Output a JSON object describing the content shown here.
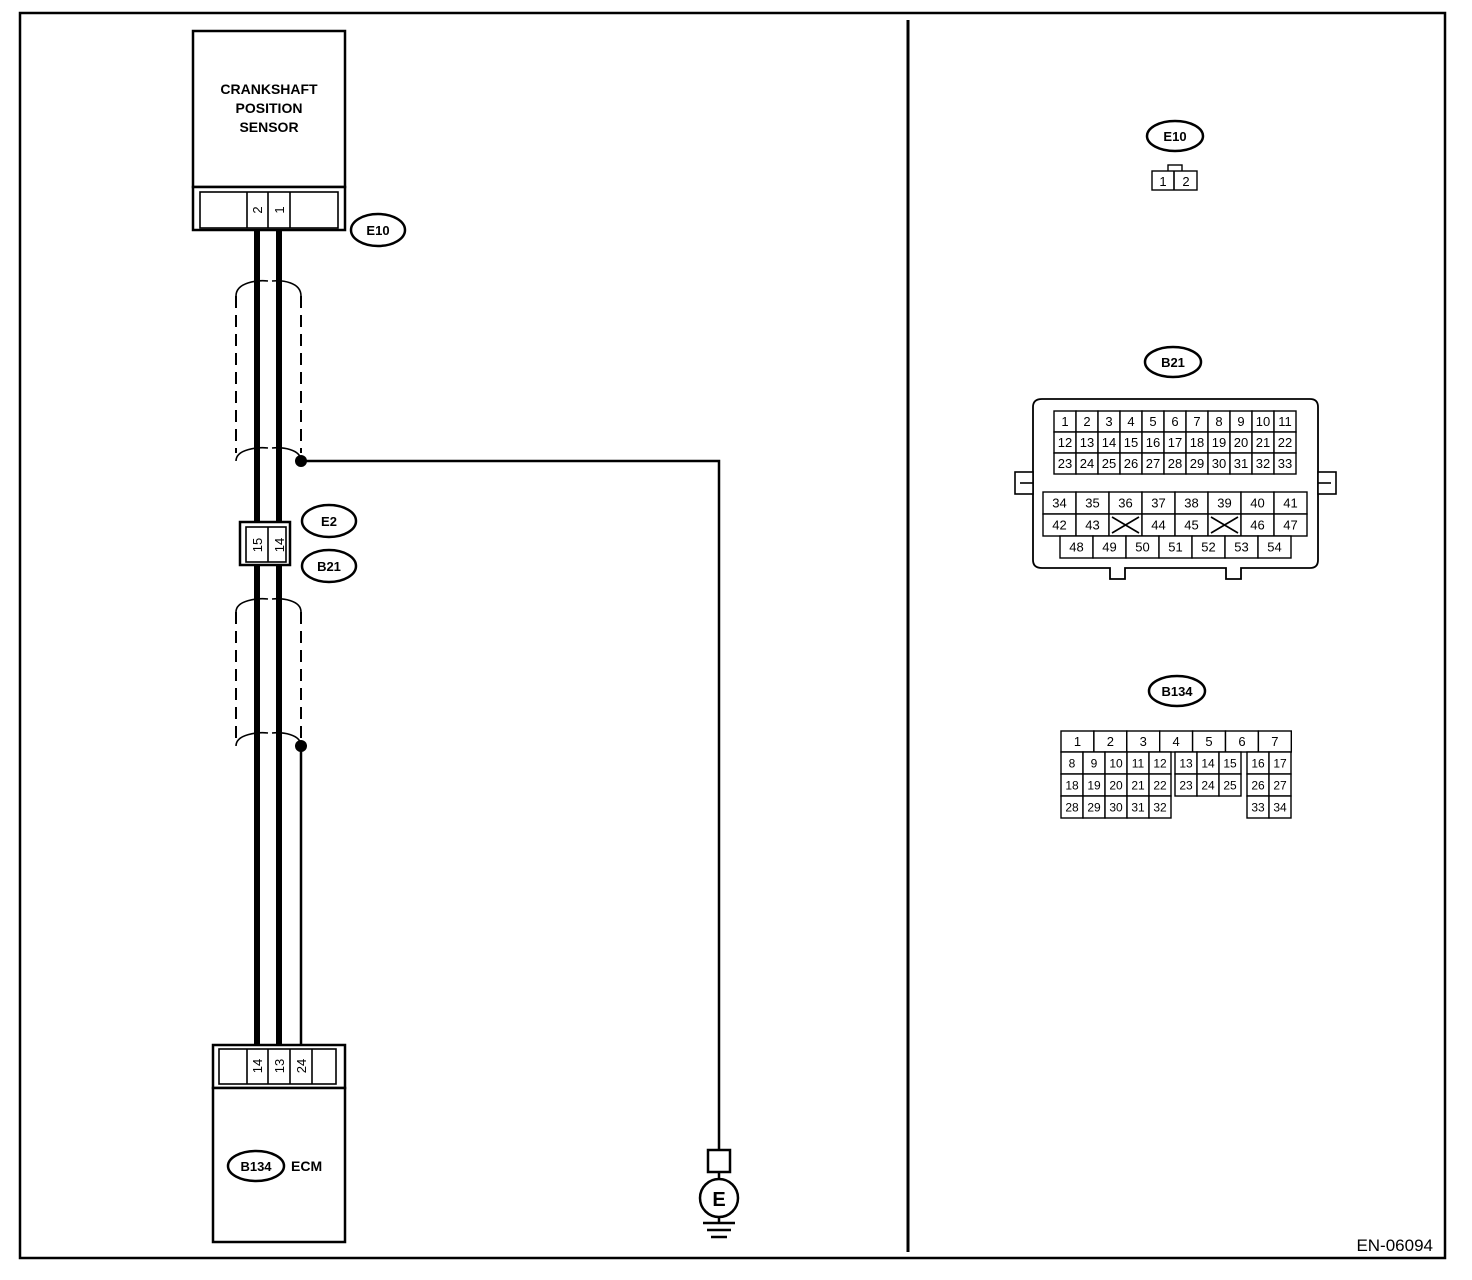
{
  "sensor": {
    "name_lines": [
      "CRANKSHAFT",
      "POSITION",
      "SENSOR"
    ],
    "connector_id": "E10",
    "pins": [
      "2",
      "1"
    ]
  },
  "junction": {
    "connector_top": "E2",
    "connector_bottom": "B21",
    "pins": [
      "15",
      "14"
    ]
  },
  "ecm": {
    "connector_id": "B134",
    "label": "ECM",
    "pins": [
      "14",
      "13",
      "24"
    ]
  },
  "ground": {
    "label": "E"
  },
  "connector_views": {
    "e10": {
      "id": "E10",
      "pins": [
        "1",
        "2"
      ]
    },
    "b21": {
      "id": "B21",
      "upper_rows": [
        [
          "1",
          "2",
          "3",
          "4",
          "5",
          "6",
          "7",
          "8",
          "9",
          "10",
          "11"
        ],
        [
          "12",
          "13",
          "14",
          "15",
          "16",
          "17",
          "18",
          "19",
          "20",
          "21",
          "22"
        ],
        [
          "23",
          "24",
          "25",
          "26",
          "27",
          "28",
          "29",
          "30",
          "31",
          "32",
          "33"
        ]
      ],
      "lower_row1": [
        "34",
        "35",
        "36",
        "37",
        "38",
        "39",
        "40",
        "41"
      ],
      "lower_row2": [
        "42",
        "43",
        "",
        "44",
        "45",
        "",
        "46",
        "47"
      ],
      "lower_row3": [
        "48",
        "49",
        "50",
        "51",
        "52",
        "53",
        "54"
      ]
    },
    "b134": {
      "id": "B134",
      "row1": [
        "1",
        "2",
        "3",
        "4",
        "5",
        "6",
        "7"
      ],
      "row2": [
        "8",
        "9",
        "10",
        "11",
        "12",
        "13",
        "14",
        "15",
        "16",
        "17"
      ],
      "row3": [
        "18",
        "19",
        "20",
        "21",
        "22",
        "23",
        "24",
        "25",
        "26",
        "27"
      ],
      "row4_left": [
        "28",
        "29",
        "30",
        "31",
        "32"
      ],
      "row4_right": [
        "33",
        "34"
      ]
    }
  },
  "figure_code": "EN-06094"
}
